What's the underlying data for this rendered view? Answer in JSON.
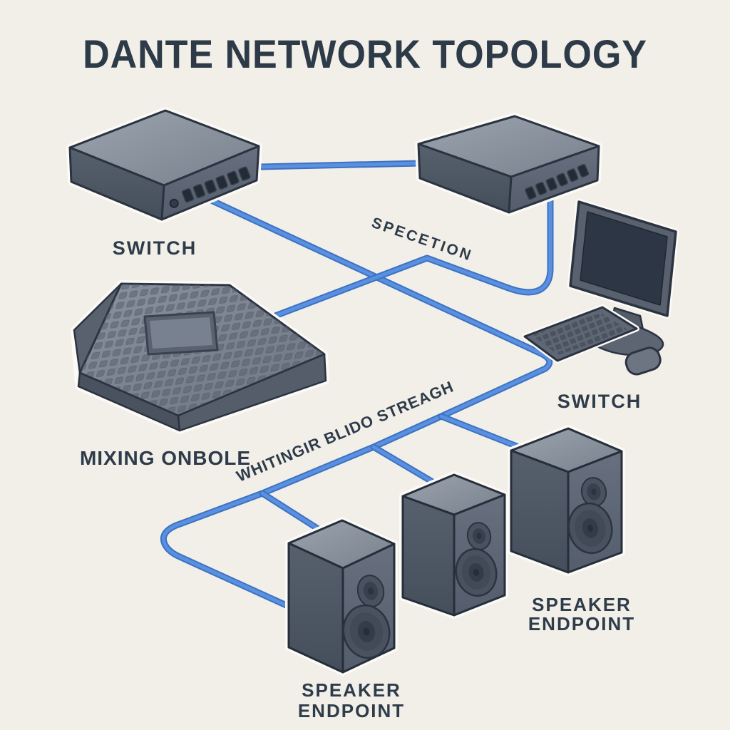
{
  "title": "DANTE NETWORK TOPOLOGY",
  "labels": {
    "switch_left": "SWITCH",
    "switch_right": "SWITCH",
    "mixing_console": "MIXING ONBOLE",
    "cable_annotation_top": "SPECETION",
    "cable_annotation_bottom": "WHITINGIR BLIDO STREAGH",
    "speaker_right_line1": "SPEAKER",
    "speaker_right_line2": "ENDPOINT",
    "speaker_bottom_line1": "SPEAKER",
    "speaker_bottom_line2": "ENDPOINT"
  },
  "colors": {
    "background": "#f2efe9",
    "cable_blue": "#4a84d8",
    "cable_blue_dark": "#3b72c2",
    "cable_blue_light": "#5b90e0",
    "device_gray": "#5d6573",
    "device_gray_dark": "#2b3340",
    "text_dark": "#2e3c4a"
  },
  "diagram": {
    "nodes": [
      {
        "id": "switch-top-left",
        "type": "network-switch",
        "label": "SWITCH"
      },
      {
        "id": "switch-right",
        "type": "network-switch",
        "label": "SWITCH"
      },
      {
        "id": "mixing-console",
        "type": "mixing-console",
        "label": "MIXING ONBOLE"
      },
      {
        "id": "computer",
        "type": "computer-workstation",
        "label": ""
      },
      {
        "id": "speaker-bottom",
        "type": "speaker",
        "label": "SPEAKER ENDPOINT"
      },
      {
        "id": "speaker-middle",
        "type": "speaker",
        "label": ""
      },
      {
        "id": "speaker-right",
        "type": "speaker",
        "label": "SPEAKER ENDPOINT"
      }
    ],
    "edges": [
      {
        "from": "switch-top-left",
        "to": "switch-right",
        "label": ""
      },
      {
        "from": "mixing-console",
        "to": "switch-right",
        "label": "SPECETION"
      },
      {
        "from": "switch-top-left",
        "to": "speaker-bus",
        "label": "WHITINGIR BLIDO STREAGH"
      },
      {
        "from": "speaker-bus",
        "to": "speaker-bottom",
        "label": ""
      },
      {
        "from": "speaker-bus",
        "to": "speaker-middle",
        "label": ""
      },
      {
        "from": "speaker-bus",
        "to": "speaker-right",
        "label": ""
      }
    ]
  }
}
